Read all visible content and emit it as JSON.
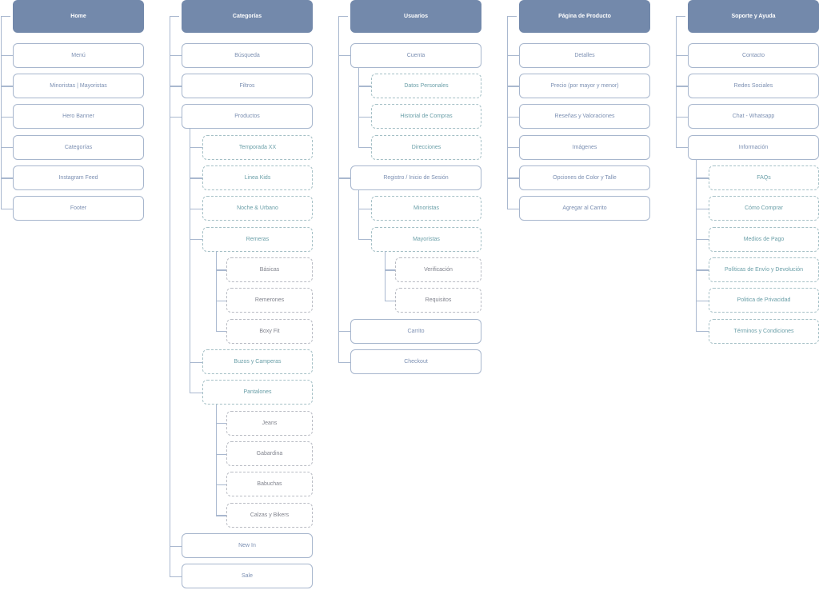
{
  "columns": [
    {
      "title": "Home",
      "items": [
        {
          "label": "Menú"
        },
        {
          "label": "Minoristas | Mayoristas"
        },
        {
          "label": "Hero Banner"
        },
        {
          "label": "Categorías"
        },
        {
          "label": "Instagram Feed"
        },
        {
          "label": "Footer"
        }
      ]
    },
    {
      "title": "Categorías",
      "items": [
        {
          "label": "Búsqueda"
        },
        {
          "label": "Filtros"
        },
        {
          "label": "Productos",
          "children": [
            {
              "label": "Temporada XX"
            },
            {
              "label": "Linea Kids"
            },
            {
              "label": "Noche & Urbano"
            },
            {
              "label": "Remeras",
              "children": [
                {
                  "label": "Básicas"
                },
                {
                  "label": "Remerones"
                },
                {
                  "label": "Boxy Fit"
                }
              ]
            },
            {
              "label": "Buzos y Camperas"
            },
            {
              "label": "Pantalones",
              "children": [
                {
                  "label": "Jeans"
                },
                {
                  "label": "Gabardina"
                },
                {
                  "label": "Babuchas"
                },
                {
                  "label": "Calzas y Bikers"
                }
              ]
            }
          ]
        },
        {
          "label": "New In"
        },
        {
          "label": "Sale"
        }
      ]
    },
    {
      "title": "Usuarios",
      "items": [
        {
          "label": "Cuenta",
          "children": [
            {
              "label": "Datos Personales"
            },
            {
              "label": "Historial de Compras"
            },
            {
              "label": "Direcciones"
            }
          ]
        },
        {
          "label": "Registro / Inicio de Sesión",
          "children": [
            {
              "label": "Minoristas"
            },
            {
              "label": "Mayoristas",
              "children": [
                {
                  "label": "Verificación"
                },
                {
                  "label": "Requisitos"
                }
              ]
            }
          ]
        },
        {
          "label": "Carrito"
        },
        {
          "label": "Checkout"
        }
      ]
    },
    {
      "title": "Página de Producto",
      "items": [
        {
          "label": "Detalles"
        },
        {
          "label": "Precio (por mayor y menor)"
        },
        {
          "label": "Reseñas y Valoraciones"
        },
        {
          "label": "Imágenes"
        },
        {
          "label": "Opciones de Color y Talle"
        },
        {
          "label": "Agregar al Carrito"
        }
      ]
    },
    {
      "title": "Soporte y Ayuda",
      "items": [
        {
          "label": "Contacto"
        },
        {
          "label": "Redes Sociales"
        },
        {
          "label": "Chat - Whatsapp"
        },
        {
          "label": "Información",
          "children": [
            {
              "label": "FAQs"
            },
            {
              "label": "Cómo Comprar"
            },
            {
              "label": "Medios de Pago"
            },
            {
              "label": "Políticas de Envío y Devolución"
            },
            {
              "label": "Politica de Privacidad"
            },
            {
              "label": "Términos y Condiciones"
            }
          ]
        }
      ]
    }
  ]
}
